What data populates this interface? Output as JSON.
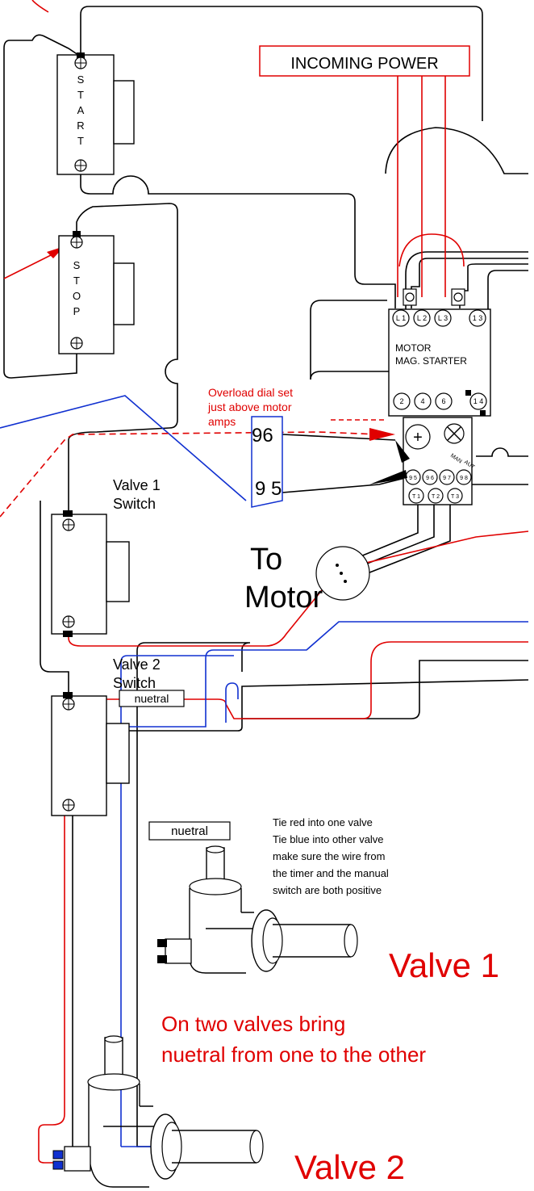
{
  "labels": {
    "incoming_power": "INCOMING POWER",
    "start_switch": [
      "S",
      "T",
      "A",
      "R",
      "T"
    ],
    "stop_switch": [
      "S",
      "T",
      "O",
      "P"
    ],
    "motor_starter_line1": "MOTOR",
    "motor_starter_line2": "MAG. STARTER",
    "overload_note_line1": "Overload dial set",
    "overload_note_line2": "just above motor",
    "overload_note_line3": "amps",
    "terminal_96": "96",
    "terminal_95": "9 5",
    "valve1_switch_line1": "Valve 1",
    "valve1_switch_line2": "Switch",
    "valve2_switch_line1": "Valve 2",
    "valve2_switch_line2": "Switch",
    "to_motor_line1": "To",
    "to_motor_line2": "Motor",
    "neutral_1": "nuetral",
    "neutral_2": "nuetral",
    "tie_note": [
      "Tie red into one valve",
      "Tie blue into other valve",
      "make sure the wire from",
      "the timer and the manual",
      "switch are both positive"
    ],
    "valve1": "Valve 1",
    "valve2": "Valve 2",
    "two_valves_line1": "On two valves bring",
    "two_valves_line2": "nuetral from one to the other"
  },
  "starter_terminals_top": [
    "L 1",
    "L 2",
    "L 3",
    "1 3"
  ],
  "starter_terminals_mid": [
    "2",
    "4",
    "6",
    "1 4"
  ],
  "overload_terminals": [
    "9 5",
    "9 6",
    "9 7",
    "9 8"
  ],
  "overload_outputs": [
    "T 1",
    "T 2",
    "T 3"
  ],
  "overload_dial": [
    "MAN",
    "AUT"
  ],
  "colors": {
    "wire_black": "#000000",
    "wire_red": "#e00000",
    "wire_blue": "#1030d0",
    "label_red": "#e00000"
  }
}
